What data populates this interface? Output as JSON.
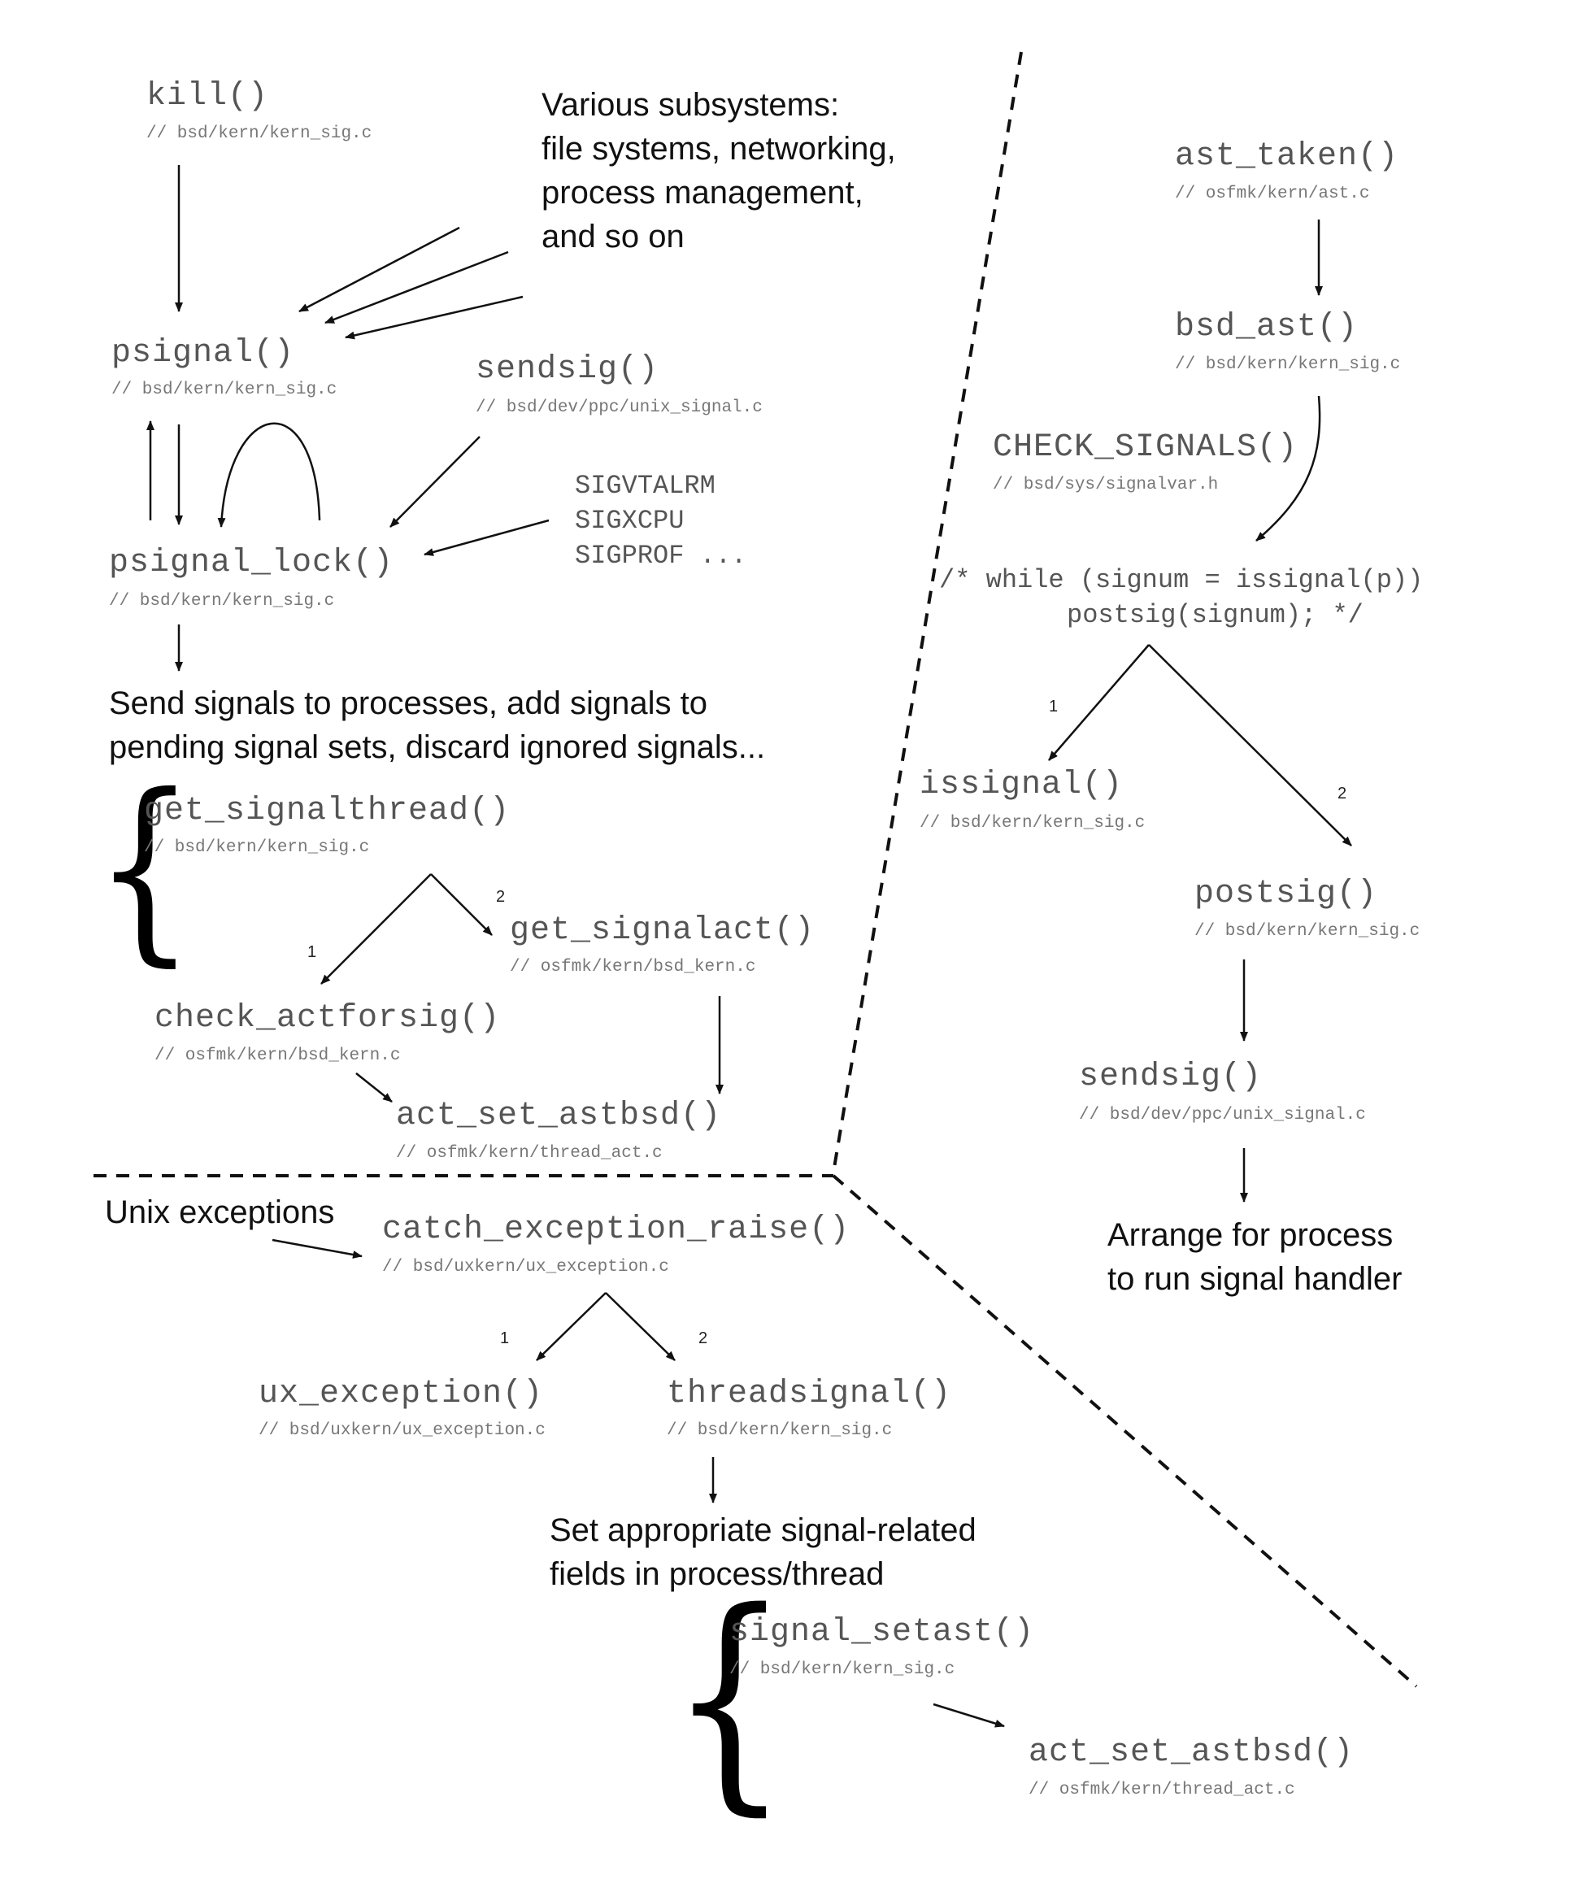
{
  "nodes": {
    "kill": {
      "label": "kill()",
      "path": "// bsd/kern/kern_sig.c"
    },
    "psignal": {
      "label": "psignal()",
      "path": "// bsd/kern/kern_sig.c"
    },
    "sendsig_left": {
      "label": "sendsig()",
      "path": "// bsd/dev/ppc/unix_signal.c"
    },
    "psignal_lock": {
      "label": "psignal_lock()",
      "path": "// bsd/kern/kern_sig.c"
    },
    "get_signalthread": {
      "label": "get_signalthread()",
      "path": "// bsd/kern/kern_sig.c"
    },
    "get_signalact": {
      "label": "get_signalact()",
      "path": "// osfmk/kern/bsd_kern.c"
    },
    "check_actforsig": {
      "label": "check_actforsig()",
      "path": "// osfmk/kern/bsd_kern.c"
    },
    "act_set_astbsd_1": {
      "label": "act_set_astbsd()",
      "path": "// osfmk/kern/thread_act.c"
    },
    "ast_taken": {
      "label": "ast_taken()",
      "path": "// osfmk/kern/ast.c"
    },
    "bsd_ast": {
      "label": "bsd_ast()",
      "path": "// bsd/kern/kern_sig.c"
    },
    "check_signals": {
      "label": "CHECK_SIGNALS()",
      "path": "// bsd/sys/signalvar.h"
    },
    "issignal": {
      "label": "issignal()",
      "path": "// bsd/kern/kern_sig.c"
    },
    "postsig": {
      "label": "postsig()",
      "path": "// bsd/kern/kern_sig.c"
    },
    "sendsig_right": {
      "label": "sendsig()",
      "path": "// bsd/dev/ppc/unix_signal.c"
    },
    "catch_exception_raise": {
      "label": "catch_exception_raise()",
      "path": "// bsd/uxkern/ux_exception.c"
    },
    "ux_exception": {
      "label": "ux_exception()",
      "path": "// bsd/uxkern/ux_exception.c"
    },
    "threadsignal": {
      "label": "threadsignal()",
      "path": "// bsd/kern/kern_sig.c"
    },
    "signal_setast": {
      "label": "signal_setast()",
      "path": "// bsd/kern/kern_sig.c"
    },
    "act_set_astbsd_2": {
      "label": "act_set_astbsd()",
      "path": "// osfmk/kern/thread_act.c"
    }
  },
  "notes": {
    "subsystems": [
      "Various subsystems:",
      "file systems, networking,",
      "process management,",
      "and so on"
    ],
    "timer_signals": [
      "SIGVTALRM",
      "SIGXCPU",
      "SIGPROF ..."
    ],
    "send_signals": [
      "Send signals to processes, add signals to",
      "pending signal sets, discard ignored signals..."
    ],
    "loop_comment": [
      "/* while (signum = issignal(p))",
      "postsig(signum); */"
    ],
    "arrange_handler": [
      "Arrange for process",
      "to run signal handler"
    ],
    "unix_exceptions": "Unix exceptions",
    "set_fields": [
      "Set appropriate signal-related",
      "fields in process/thread"
    ]
  },
  "branch_numbers": {
    "signalthread_1": "1",
    "signalthread_2": "2",
    "loop_1": "1",
    "loop_2": "2",
    "exception_1": "1",
    "exception_2": "2"
  },
  "brace_glyph": "{"
}
